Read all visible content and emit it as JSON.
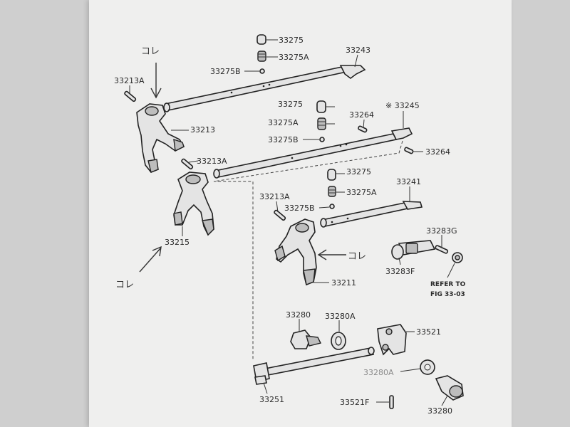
{
  "labels": {
    "p33275_a": "33275",
    "p33275A_a": "33275A",
    "p33243": "33243",
    "p33275B_a": "33275B",
    "p33213A_a": "33213A",
    "p33213": "33213",
    "p33275_b": "33275",
    "p33275A_b": "33275A",
    "p33264_a": "33264",
    "p33245": "※ 33245",
    "p33275B_b": "33275B",
    "p33264_b": "33264",
    "p33213A_b": "33213A",
    "p33275_c": "33275",
    "p33275A_c": "33275A",
    "p33241": "33241",
    "p33213A_c": "33213A",
    "p33275B_c": "33275B",
    "p33283G": "33283G",
    "p33215": "33215",
    "p33283F": "33283F",
    "p33211": "33211",
    "refer_to": "REFER TO",
    "refer_fig": "FIG 33-03",
    "p33280_a": "33280",
    "p33280A_a": "33280A",
    "p33521": "33521",
    "p33280A_b": "33280A",
    "p33251": "33251",
    "p33521F": "33521F",
    "p33280_b": "33280"
  },
  "notes": {
    "kore_1": "コレ",
    "kore_2": "コレ",
    "kore_3": "コレ"
  }
}
